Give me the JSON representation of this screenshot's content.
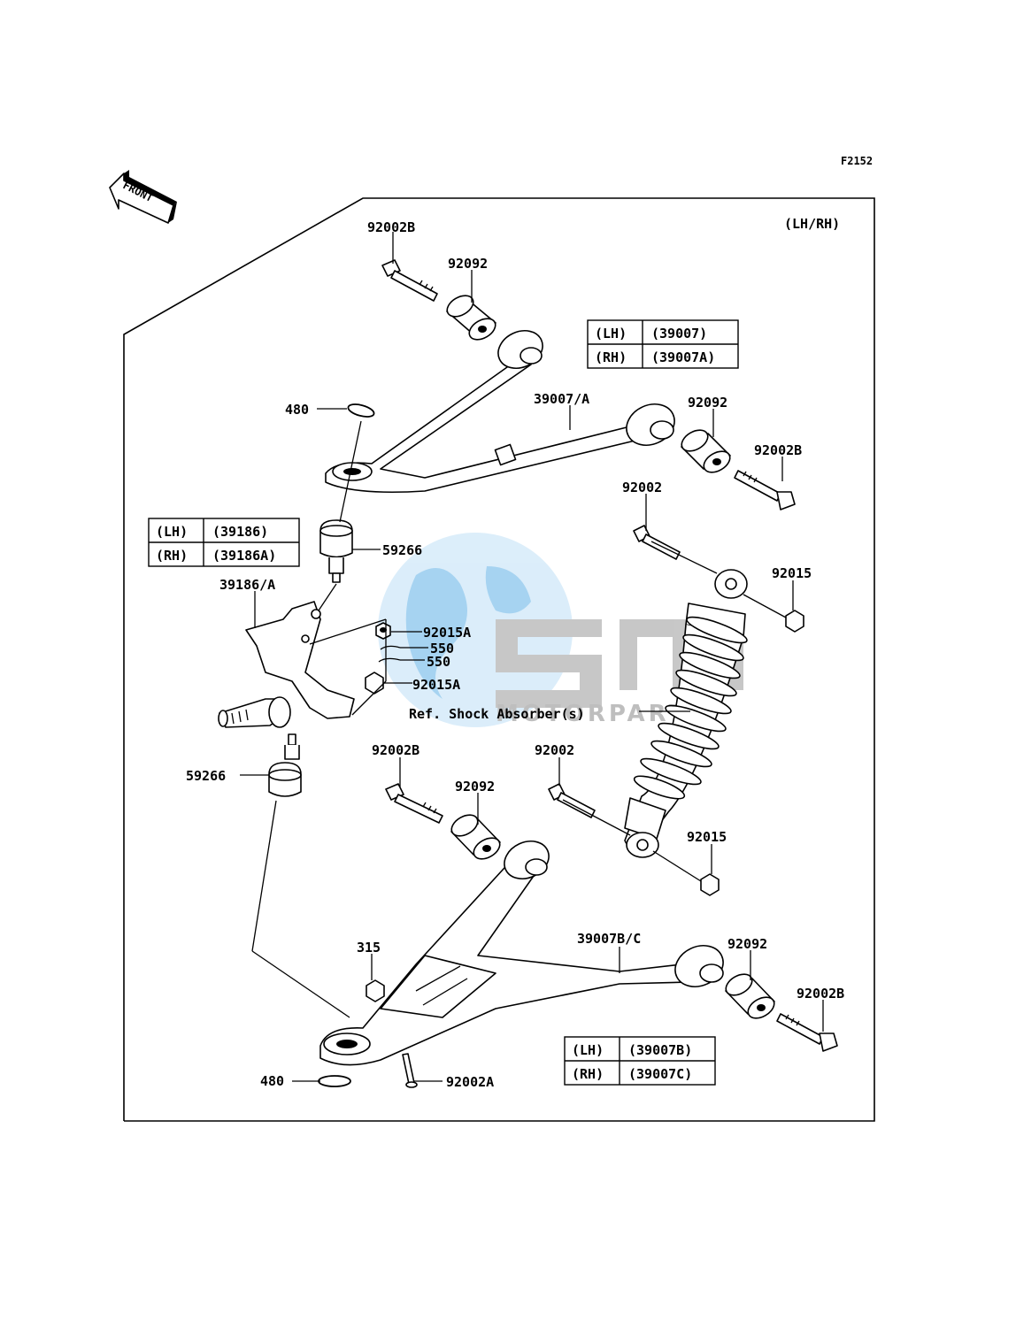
{
  "figure_code": "F2152",
  "side_note": "(LH/RH)",
  "front_arrow_label": "FRONT",
  "ref_note": "Ref. Shock Absorber(s)",
  "watermark": {
    "main": "OSM",
    "sub": "MOTORPARTS",
    "accent": "#2f95d8",
    "gray": "#8a8a8a"
  },
  "callouts": {
    "c_92002B_top": "92002B",
    "c_92092_top": "92092",
    "c_480_top": "480",
    "c_39007A": "39007/A",
    "c_92092_right": "92092",
    "c_92002B_right": "92002B",
    "c_92002_upper": "92002",
    "c_92015_upper": "92015",
    "c_59266_upper": "59266",
    "c_39186A": "39186/A",
    "c_92015A_a": "92015A",
    "c_550_a": "550",
    "c_550_b": "550",
    "c_92015A_b": "92015A",
    "c_59266_lower": "59266",
    "c_92002B_lower": "92002B",
    "c_92092_lower": "92092",
    "c_92002_lower": "92002",
    "c_92015_lower": "92015",
    "c_315": "315",
    "c_39007BC": "39007B/C",
    "c_92092_bottom": "92092",
    "c_92002B_bottom": "92002B",
    "c_480_bottom": "480",
    "c_92002A": "92002A"
  },
  "tables": {
    "upper_arm": {
      "rows": [
        {
          "side": "(LH)",
          "part": "(39007)"
        },
        {
          "side": "(RH)",
          "part": "(39007A)"
        }
      ]
    },
    "knuckle": {
      "rows": [
        {
          "side": "(LH)",
          "part": "(39186)"
        },
        {
          "side": "(RH)",
          "part": "(39186A)"
        }
      ]
    },
    "lower_arm": {
      "rows": [
        {
          "side": "(LH)",
          "part": "(39007B)"
        },
        {
          "side": "(RH)",
          "part": "(39007C)"
        }
      ]
    }
  }
}
